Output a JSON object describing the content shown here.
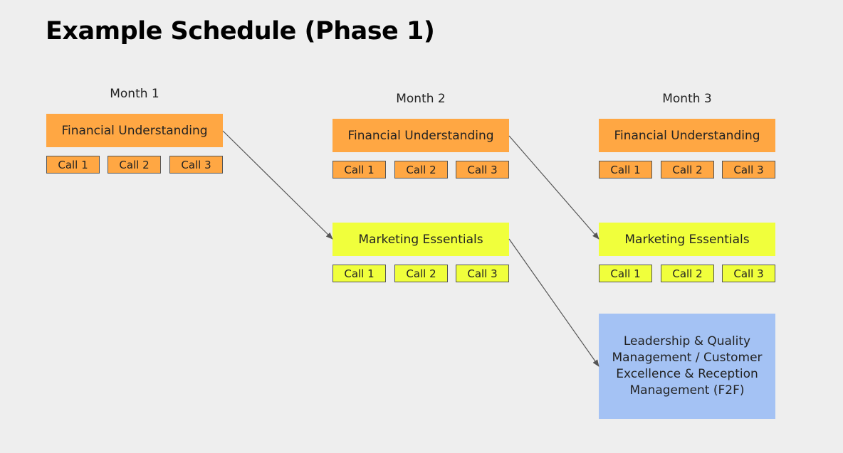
{
  "title": "Example Schedule (Phase 1)",
  "months": [
    {
      "label": "Month 1",
      "modules": [
        {
          "name": "Financial Understanding",
          "color": "#ffa743",
          "calls": [
            "Call 1",
            "Call 2",
            "Call 3"
          ]
        }
      ]
    },
    {
      "label": "Month 2",
      "modules": [
        {
          "name": "Financial Understanding",
          "color": "#ffa743",
          "calls": [
            "Call 1",
            "Call 2",
            "Call 3"
          ]
        },
        {
          "name": "Marketing Essentials",
          "color": "#f0ff3c",
          "calls": [
            "Call 1",
            "Call 2",
            "Call 3"
          ]
        }
      ]
    },
    {
      "label": "Month 3",
      "modules": [
        {
          "name": "Financial Understanding",
          "color": "#ffa743",
          "calls": [
            "Call 1",
            "Call 2",
            "Call 3"
          ]
        },
        {
          "name": "Marketing Essentials",
          "color": "#f0ff3c",
          "calls": [
            "Call 1",
            "Call 2",
            "Call 3"
          ]
        },
        {
          "name": "Leadership & Quality Management / Customer Excellence & Reception Management (F2F)",
          "color": "#a4c2f4",
          "calls": []
        }
      ]
    }
  ],
  "colors": {
    "background": "#eeeeee",
    "financial": "#ffa743",
    "marketing": "#f0ff3c",
    "leadership": "#a4c2f4",
    "arrow": "#555555"
  }
}
